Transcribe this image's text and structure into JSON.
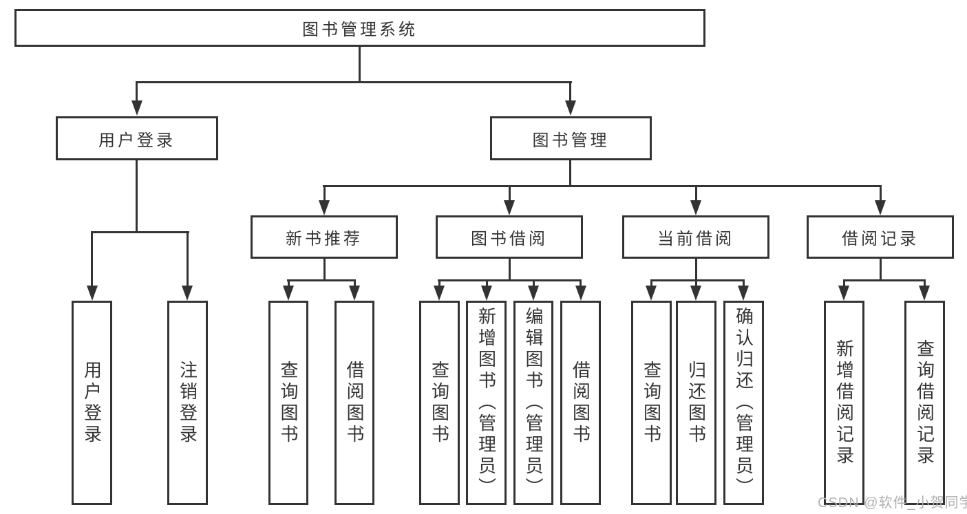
{
  "tree": {
    "root": "图书管理系统",
    "branches": [
      {
        "label": "用户登录",
        "children": [
          "用户登录",
          "注销登录"
        ]
      },
      {
        "label": "图书管理",
        "sections": [
          {
            "label": "新书推荐",
            "children": [
              "查询图书",
              "借阅图书"
            ]
          },
          {
            "label": "图书借阅",
            "children": [
              "查询图书",
              "新增图书（管理员）",
              "编辑图书（管理员）",
              "借阅图书"
            ]
          },
          {
            "label": "当前借阅",
            "children": [
              "查询图书",
              "归还图书",
              "确认归还（管理员）"
            ]
          },
          {
            "label": "借阅记录",
            "children": [
              "新增借阅记录",
              "查询借阅记录"
            ]
          }
        ]
      }
    ]
  },
  "watermark": "CSDN @软件_小贺同学",
  "colors": {
    "line": "#333333",
    "text": "#333333",
    "background": "#ffffff",
    "watermark": "#b0b0b0"
  }
}
